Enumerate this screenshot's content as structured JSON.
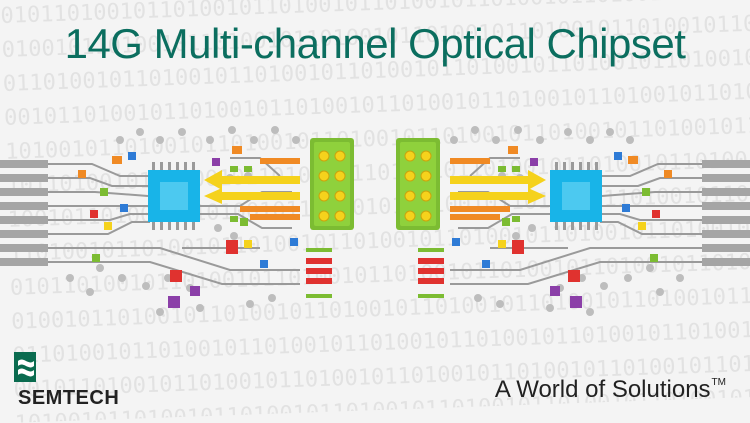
{
  "title": "14G Multi-channel Optical Chipset",
  "background_pattern": "0101101001011010",
  "brand": {
    "name": "SEMTECH",
    "tagline": "A World of Solutions",
    "tagline_mark": "TM",
    "logo_icon": "semtech-s-wave-icon"
  },
  "colors": {
    "title": "#0b6e5f",
    "brand_green": "#0a6b4f",
    "chip_blue": "#18b4e8",
    "connector_green": "#7cbc32",
    "arrow_yellow": "#f5d21c",
    "arrow_orange": "#f08a24",
    "trace_gray": "#9a9a9a"
  }
}
